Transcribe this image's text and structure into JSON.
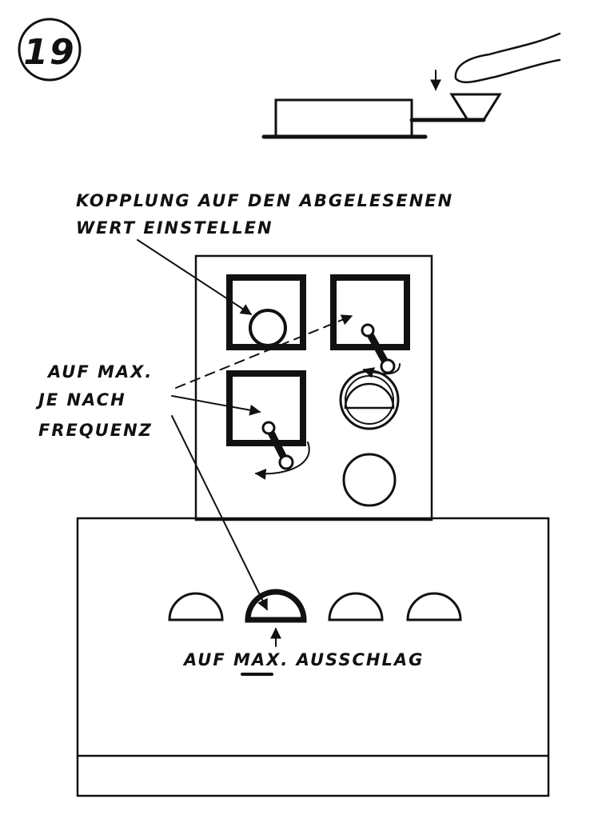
{
  "figure_number": "19",
  "labels": {
    "coupling_line1": "KOPPLUNG AUF DEN ABGELESENEN",
    "coupling_line2": "WERT EINSTELLEN",
    "freq_line1": "AUF MAX.",
    "freq_line2": "JE NACH",
    "freq_line3": "FREQUENZ",
    "deflection": "AUF MAX. AUSSCHLAG"
  },
  "colors": {
    "ink": "#111111",
    "paper": "#ffffff"
  }
}
